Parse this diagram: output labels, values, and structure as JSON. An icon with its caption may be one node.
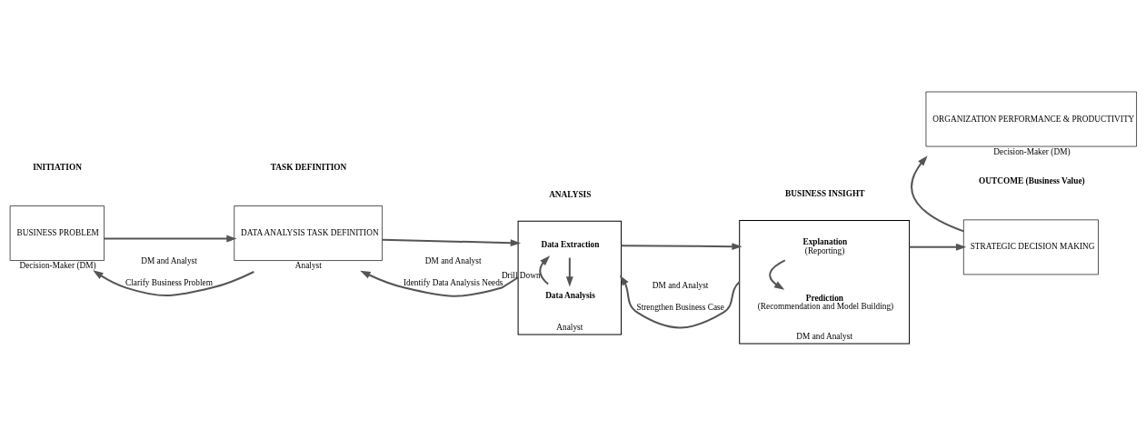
{
  "diagram": {
    "nodes": [
      {
        "text": [
          "BUSINESS PROBLEM"
        ],
        "beside": [
          "Decision-Maker (DM)"
        ]
      },
      {
        "text": [
          "DATA ANALYSIS TASK DEFINITION"
        ],
        "beside": [
          "Analyst"
        ]
      },
      {
        "text": [],
        "shape": "box",
        "beside": [
          "Analyst"
        ]
      },
      {
        "text": [
          "Data Extraction"
        ],
        "in": 2
      },
      {
        "text": [
          "Data Analysis"
        ],
        "in": 2
      },
      {
        "text": [],
        "shape": "box",
        "beside": [
          "DM and Analyst"
        ]
      },
      {
        "text": [
          "Explanation",
          "(Reporting)"
        ],
        "in": 5
      },
      {
        "text": [
          "Prediction",
          "(Recommendation and Model Building)"
        ],
        "in": 5
      },
      {
        "text": [
          "STRATEGIC DECISION MAKING"
        ]
      },
      {
        "text": [
          "ORGANIZATION PERFORMANCE & PRODUCTIVITY"
        ],
        "beside": [
          "Decision-Maker (DM)"
        ]
      }
    ],
    "edges": [
      {
        "from": 0,
        "to": 1,
        "arrow": "to"
      },
      {
        "from": 1,
        "to": 0,
        "arrow": "to",
        "label": "Clarify Business Problem"
      },
      {
        "from": 1,
        "to": 2,
        "arrow": "to"
      },
      {
        "from": 2,
        "to": 1,
        "arrow": "to",
        "label": "Identify Data Analysis Needs"
      },
      {
        "from": 3,
        "to": 4,
        "arrow": "to"
      },
      {
        "from": 4,
        "to": 3,
        "arrow": "to",
        "label": "Drill Down"
      },
      {
        "from": 2,
        "to": 5,
        "arrow": "to"
      },
      {
        "from": 5,
        "to": 2,
        "arrow": "to",
        "label": "Strengthen Business Case"
      },
      {
        "from": 6,
        "to": 7,
        "arrow": "to"
      },
      {
        "from": 5,
        "to": 8,
        "arrow": "to"
      },
      {
        "from": 8,
        "to": 9,
        "arrow": "to"
      }
    ],
    "labels": [
      "INITIATION",
      "TASK DEFINITION",
      "ANALYSIS",
      "BUSINESS INSIGHT",
      "OUTCOME (Business Value)",
      "DM and Analyst",
      "DM and Analyst",
      "DM and Analyst"
    ]
  }
}
